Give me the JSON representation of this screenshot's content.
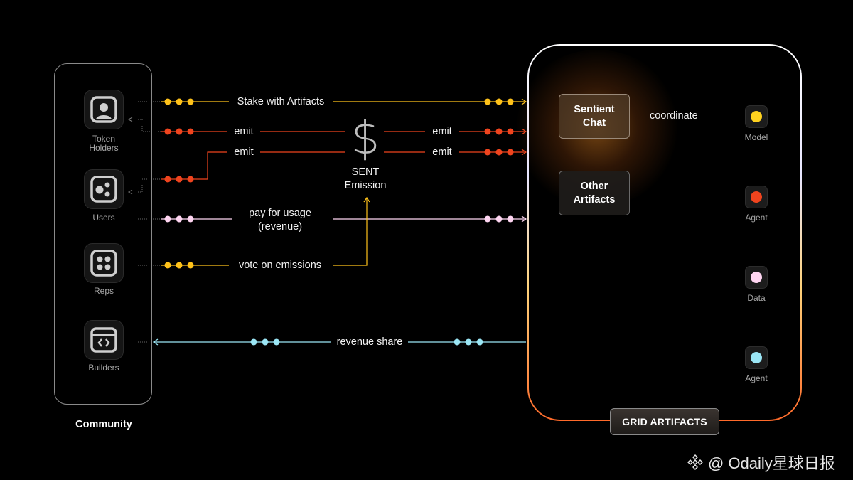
{
  "community": {
    "title": "Community",
    "members": [
      {
        "label": "Token\nHolders",
        "icon": "person-icon"
      },
      {
        "label": "Users",
        "icon": "dice-icon"
      },
      {
        "label": "Reps",
        "icon": "four-dots-icon"
      },
      {
        "label": "Builders",
        "icon": "code-window-icon"
      }
    ]
  },
  "flows": {
    "stake": "Stake with Artifacts",
    "emit_1_left": "emit",
    "emit_1_right": "emit",
    "emit_2_left": "emit",
    "emit_2_right": "emit",
    "pay_line1": "pay for usage",
    "pay_line2": "(revenue)",
    "vote": "vote on emissions",
    "revenue_share": "revenue share"
  },
  "emission": {
    "symbol": "$",
    "line1": "SENT",
    "line2": "Emission"
  },
  "grid": {
    "title": "GRID ARTIFACTS",
    "sentient_chat": {
      "line1": "Sentient",
      "line2": "Chat"
    },
    "other_artifacts": {
      "line1": "Other",
      "line2": "Artifacts"
    },
    "coordinate": "coordinate",
    "artifacts": [
      {
        "label": "Model",
        "color": "#ffd21f"
      },
      {
        "label": "Agent",
        "color": "#f0441e"
      },
      {
        "label": "Data",
        "color": "#ffd6f2"
      },
      {
        "label": "Agent",
        "color": "#9be6f5"
      }
    ]
  },
  "colors": {
    "stake": "#ffc21a",
    "emit": "#f0441e",
    "pay": "#ffd6f2",
    "vote": "#ffc21a",
    "revenue": "#9be6f5"
  },
  "watermark": {
    "text": "@ Odaily星球日报",
    "icon": "binance-diamond-icon"
  }
}
